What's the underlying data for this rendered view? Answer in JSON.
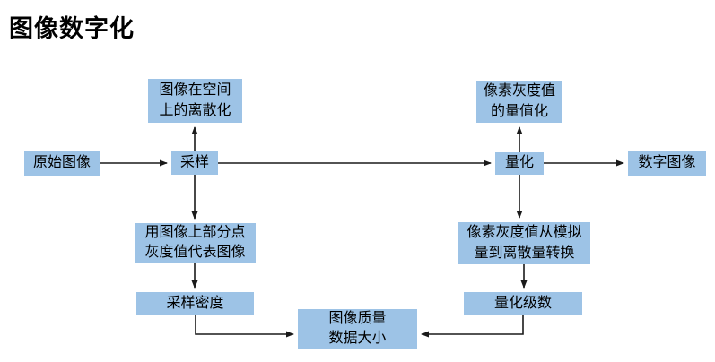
{
  "title": "图像数字化",
  "colors": {
    "node_fill": "#9DC3E6",
    "arrow": "#1a1a1a",
    "text": "#000000",
    "background": "#FFFFFF"
  },
  "diagram": {
    "type": "flowchart",
    "nodes": {
      "original_image": {
        "label": "原始图像"
      },
      "sampling": {
        "label": "采样"
      },
      "spatial_discretization": {
        "label": "图像在空间\n上的离散化"
      },
      "partial_points": {
        "label": "用图像上部分点\n灰度值代表图像"
      },
      "sampling_density": {
        "label": "采样密度"
      },
      "quantization": {
        "label": "量化"
      },
      "gray_value_quantization": {
        "label": "像素灰度值\n的量值化"
      },
      "analog_to_discrete": {
        "label": "像素灰度值从模拟\n量到离散量转换"
      },
      "quantization_levels": {
        "label": "量化级数"
      },
      "digital_image": {
        "label": "数字图像"
      },
      "quality_and_size": {
        "label": "图像质量\n数据大小"
      }
    },
    "edges": [
      {
        "from": "原始图像",
        "to": "采样"
      },
      {
        "from": "采样",
        "to": "图像在空间上的离散化"
      },
      {
        "from": "采样",
        "to": "用图像上部分点灰度值代表图像"
      },
      {
        "from": "采样",
        "to": "量化"
      },
      {
        "from": "用图像上部分点灰度值代表图像",
        "to": "采样密度"
      },
      {
        "from": "采样密度",
        "to": "图像质量数据大小"
      },
      {
        "from": "量化",
        "to": "像素灰度值的量值化"
      },
      {
        "from": "量化",
        "to": "像素灰度值从模拟量到离散量转换"
      },
      {
        "from": "量化",
        "to": "数字图像"
      },
      {
        "from": "像素灰度值从模拟量到离散量转换",
        "to": "量化级数"
      },
      {
        "from": "量化级数",
        "to": "图像质量数据大小"
      }
    ]
  }
}
